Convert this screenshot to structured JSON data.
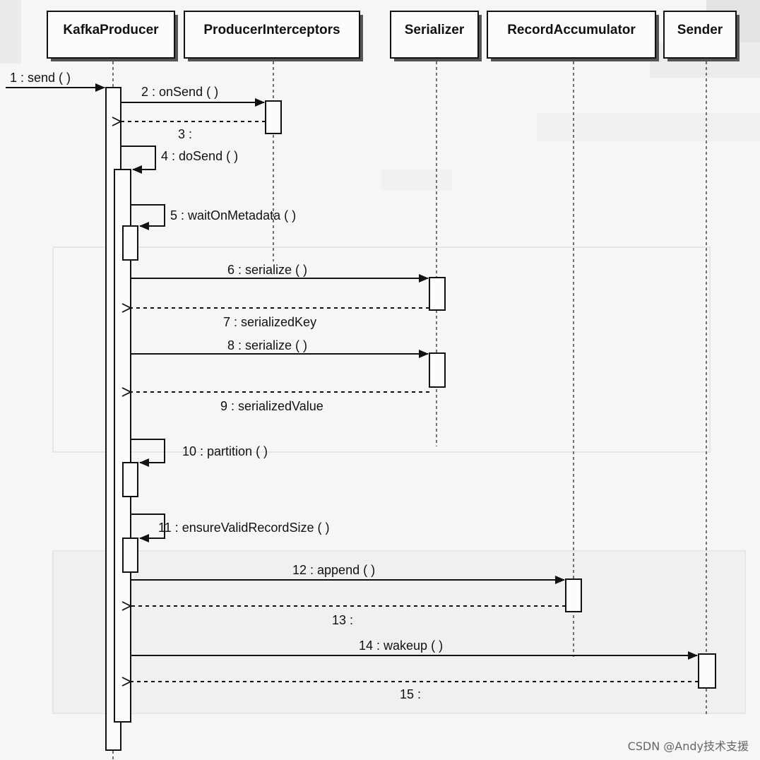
{
  "participants": [
    "KafkaProducer",
    "ProducerInterceptors",
    "Serializer",
    "RecordAccumulator",
    "Sender"
  ],
  "messages": [
    "1 : send ( )",
    "2 : onSend ( )",
    "3 :",
    "4 : doSend ( )",
    "5 : waitOnMetadata ( )",
    "6 : serialize ( )",
    "7 : serializedKey",
    "8 : serialize ( )",
    "9 : serializedValue",
    "10 : partition ( )",
    "11 : ensureValidRecordSize ( )",
    "12 : append ( )",
    "13 :",
    "14 : wakeup ( )",
    "15 :"
  ],
  "watermark": "CSDN @Andy技术支援"
}
